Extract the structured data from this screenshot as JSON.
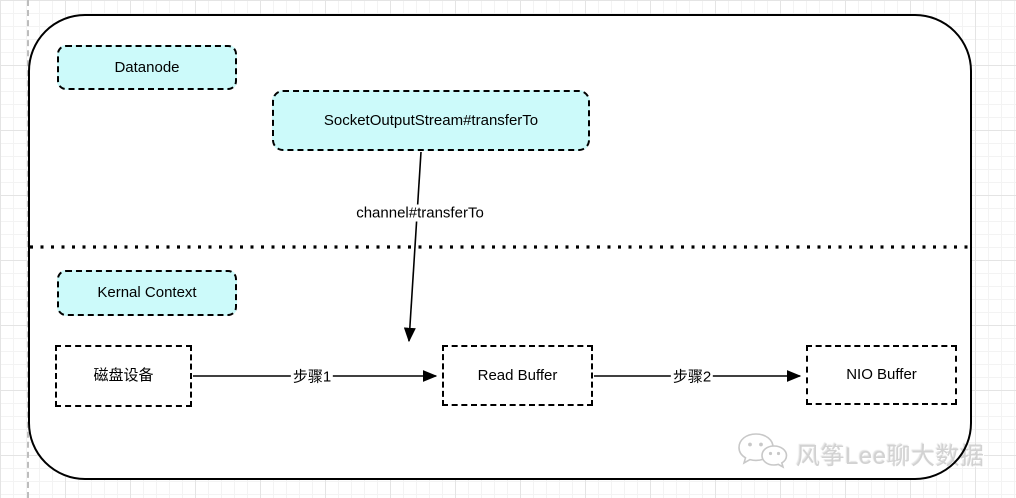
{
  "colors": {
    "node_fill_cyan": "#ccfafa",
    "node_fill_white": "#ffffff",
    "stroke": "#000000",
    "watermark_text": "#d2d2d2",
    "grid_minor": "#f3f3f3",
    "grid_major": "#e4e4e4"
  },
  "diagram": {
    "regions": [
      {
        "label": "Datanode"
      },
      {
        "label": "Kernal Context"
      }
    ],
    "nodes": {
      "socket": {
        "label": "SocketOutputStream#transferTo"
      },
      "disk": {
        "label": "磁盘设备"
      },
      "read_buffer": {
        "label": "Read Buffer"
      },
      "nio_buffer": {
        "label": "NIO Buffer"
      }
    },
    "edges": {
      "channel": {
        "label": "channel#transferTo",
        "from": "socket",
        "to": "read_buffer"
      },
      "step1": {
        "label": "步骤1",
        "from": "disk",
        "to": "read_buffer"
      },
      "step2": {
        "label": "步骤2",
        "from": "read_buffer",
        "to": "nio_buffer"
      }
    }
  },
  "watermark": {
    "icon": "wechat-icon",
    "text": "风筝Lee聊大数据"
  }
}
